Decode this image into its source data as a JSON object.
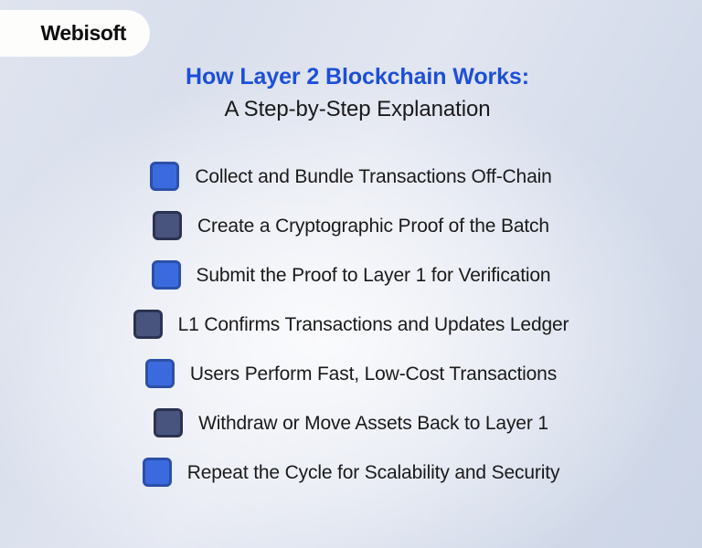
{
  "brand": {
    "name": "Webisoft",
    "pill_color": "#fdfdfc"
  },
  "heading": {
    "title": "How Layer 2 Blockchain Works:",
    "title_color": "#1c4fd8",
    "subtitle": "A Step-by-Step Explanation",
    "subtitle_color": "#1a1a1a"
  },
  "palette": {
    "accent_square_fill": "#3b6ade",
    "accent_square_border": "#2b50a8",
    "dark_square_fill": "#48547d",
    "dark_square_border": "#2b3352",
    "background_light": "#e2e6f1",
    "background_edge": "#ccd5e6"
  },
  "steps": [
    {
      "label": "Collect and Bundle Transactions Off-Chain",
      "marker": "accent"
    },
    {
      "label": "Create a Cryptographic Proof of the Batch",
      "marker": "dark"
    },
    {
      "label": "Submit the Proof to Layer 1 for Verification",
      "marker": "accent"
    },
    {
      "label": "L1 Confirms Transactions and Updates Ledger",
      "marker": "dark"
    },
    {
      "label": "Users Perform Fast, Low-Cost Transactions",
      "marker": "accent"
    },
    {
      "label": "Withdraw or Move Assets Back to Layer 1",
      "marker": "dark"
    },
    {
      "label": "Repeat the Cycle for Scalability and Security",
      "marker": "accent"
    }
  ]
}
